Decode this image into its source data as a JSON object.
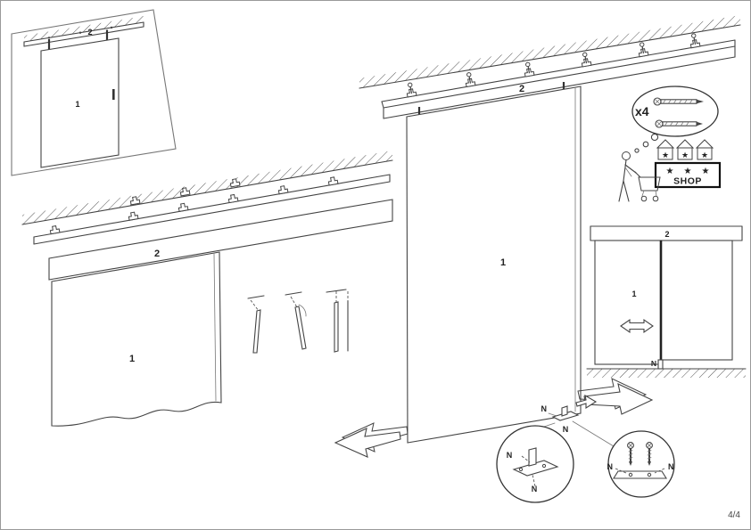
{
  "page": {
    "number": "4/4"
  },
  "parts": {
    "door_panel": "1",
    "track_rail": "2",
    "floor_guide": "N"
  },
  "hardware": {
    "screw_quantity": "x4"
  },
  "shop": {
    "sign": "SHOP"
  },
  "icons": {
    "star": "★"
  }
}
